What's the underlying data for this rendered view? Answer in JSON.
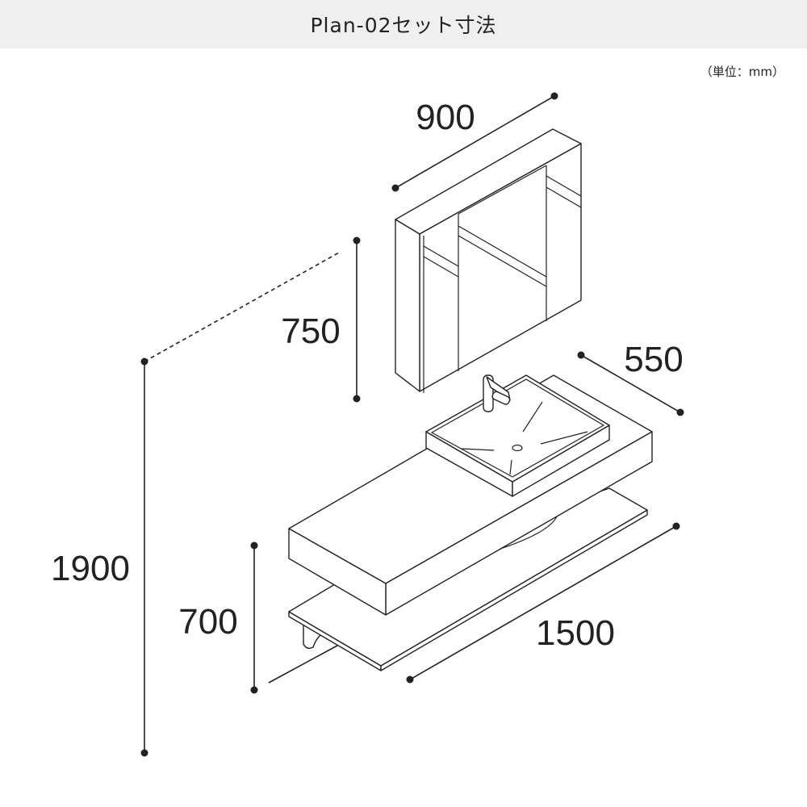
{
  "header": {
    "title": "Plan-02セット寸法"
  },
  "unit_label": "（単位：mm）",
  "dimensions": {
    "mirror_width": "900",
    "mirror_height": "750",
    "counter_depth": "550",
    "total_height": "1900",
    "counter_height": "700",
    "counter_width": "1500"
  }
}
